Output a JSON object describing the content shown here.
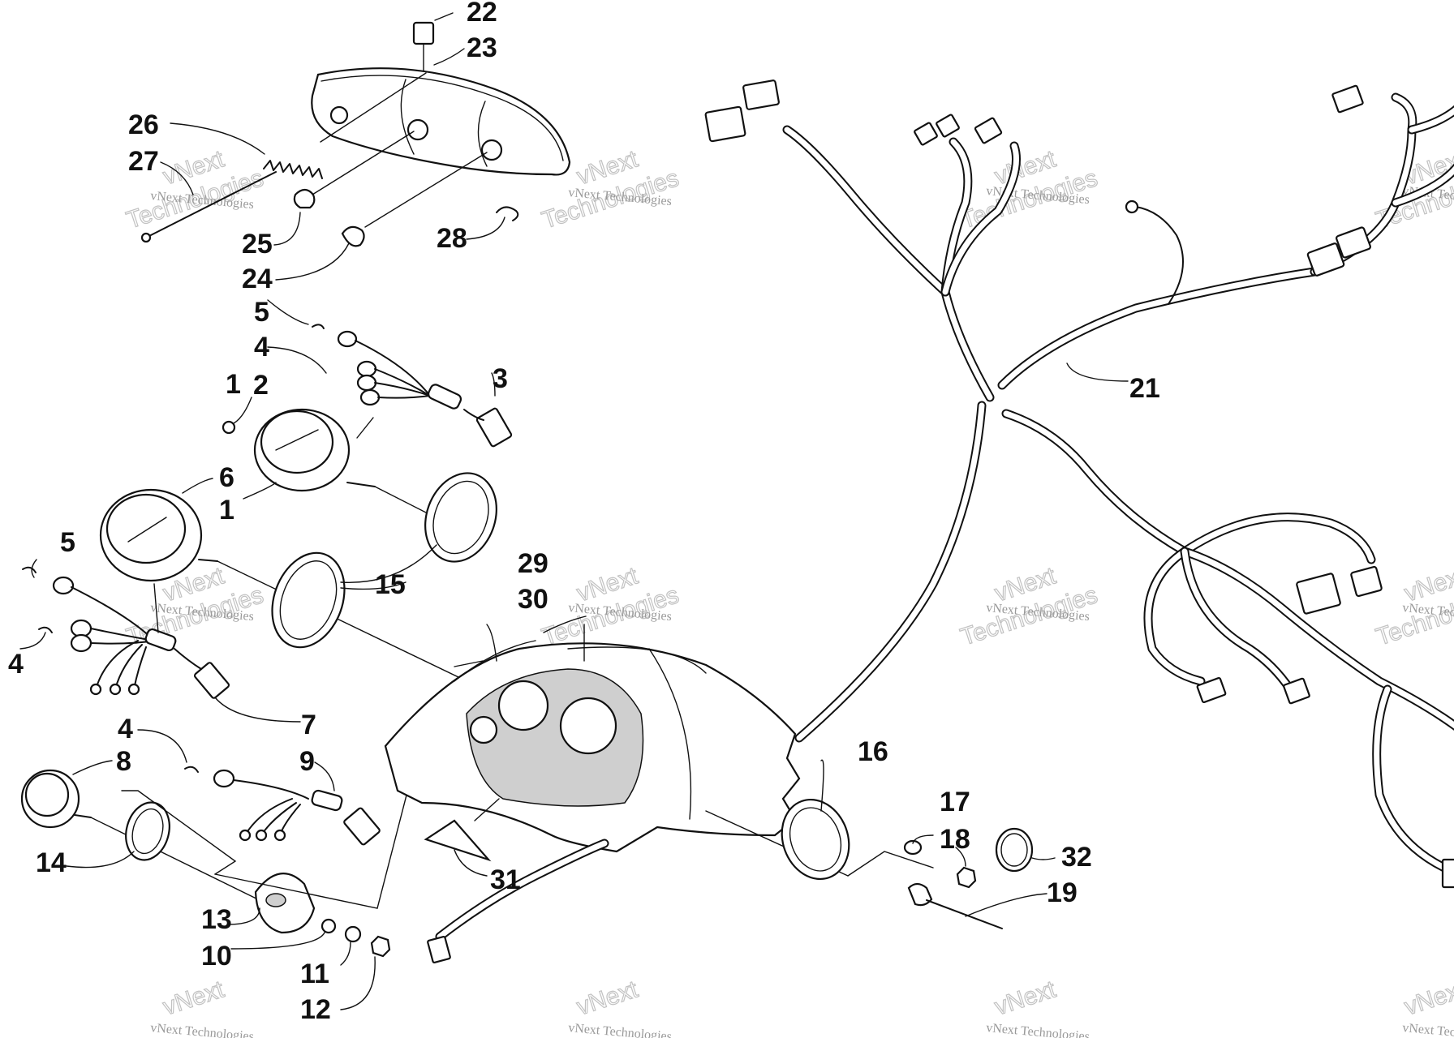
{
  "watermark": {
    "line1": "vNext Technologies",
    "line2_top": "vNext",
    "line2_bottom": "Technologies"
  },
  "parts": [
    {
      "id": "p1",
      "label": "1"
    },
    {
      "id": "p2",
      "label": "2"
    },
    {
      "id": "p3",
      "label": "3"
    },
    {
      "id": "p4a",
      "label": "4"
    },
    {
      "id": "p4b",
      "label": "4"
    },
    {
      "id": "p4c",
      "label": "4"
    },
    {
      "id": "p5a",
      "label": "5"
    },
    {
      "id": "p5b",
      "label": "5"
    },
    {
      "id": "p6",
      "label": "6"
    },
    {
      "id": "p7",
      "label": "7"
    },
    {
      "id": "p8",
      "label": "8"
    },
    {
      "id": "p9",
      "label": "9"
    },
    {
      "id": "p10",
      "label": "10"
    },
    {
      "id": "p11",
      "label": "11"
    },
    {
      "id": "p12",
      "label": "12"
    },
    {
      "id": "p13",
      "label": "13"
    },
    {
      "id": "p14",
      "label": "14"
    },
    {
      "id": "p15",
      "label": "15"
    },
    {
      "id": "p16",
      "label": "16"
    },
    {
      "id": "p17",
      "label": "17"
    },
    {
      "id": "p18",
      "label": "18"
    },
    {
      "id": "p19",
      "label": "19"
    },
    {
      "id": "p21",
      "label": "21"
    },
    {
      "id": "p22",
      "label": "22"
    },
    {
      "id": "p23",
      "label": "23"
    },
    {
      "id": "p24",
      "label": "24"
    },
    {
      "id": "p25",
      "label": "25"
    },
    {
      "id": "p26",
      "label": "26"
    },
    {
      "id": "p27",
      "label": "27"
    },
    {
      "id": "p28",
      "label": "28"
    },
    {
      "id": "p29",
      "label": "29"
    },
    {
      "id": "p30",
      "label": "30"
    },
    {
      "id": "p31",
      "label": "31"
    },
    {
      "id": "p32",
      "label": "32"
    }
  ]
}
